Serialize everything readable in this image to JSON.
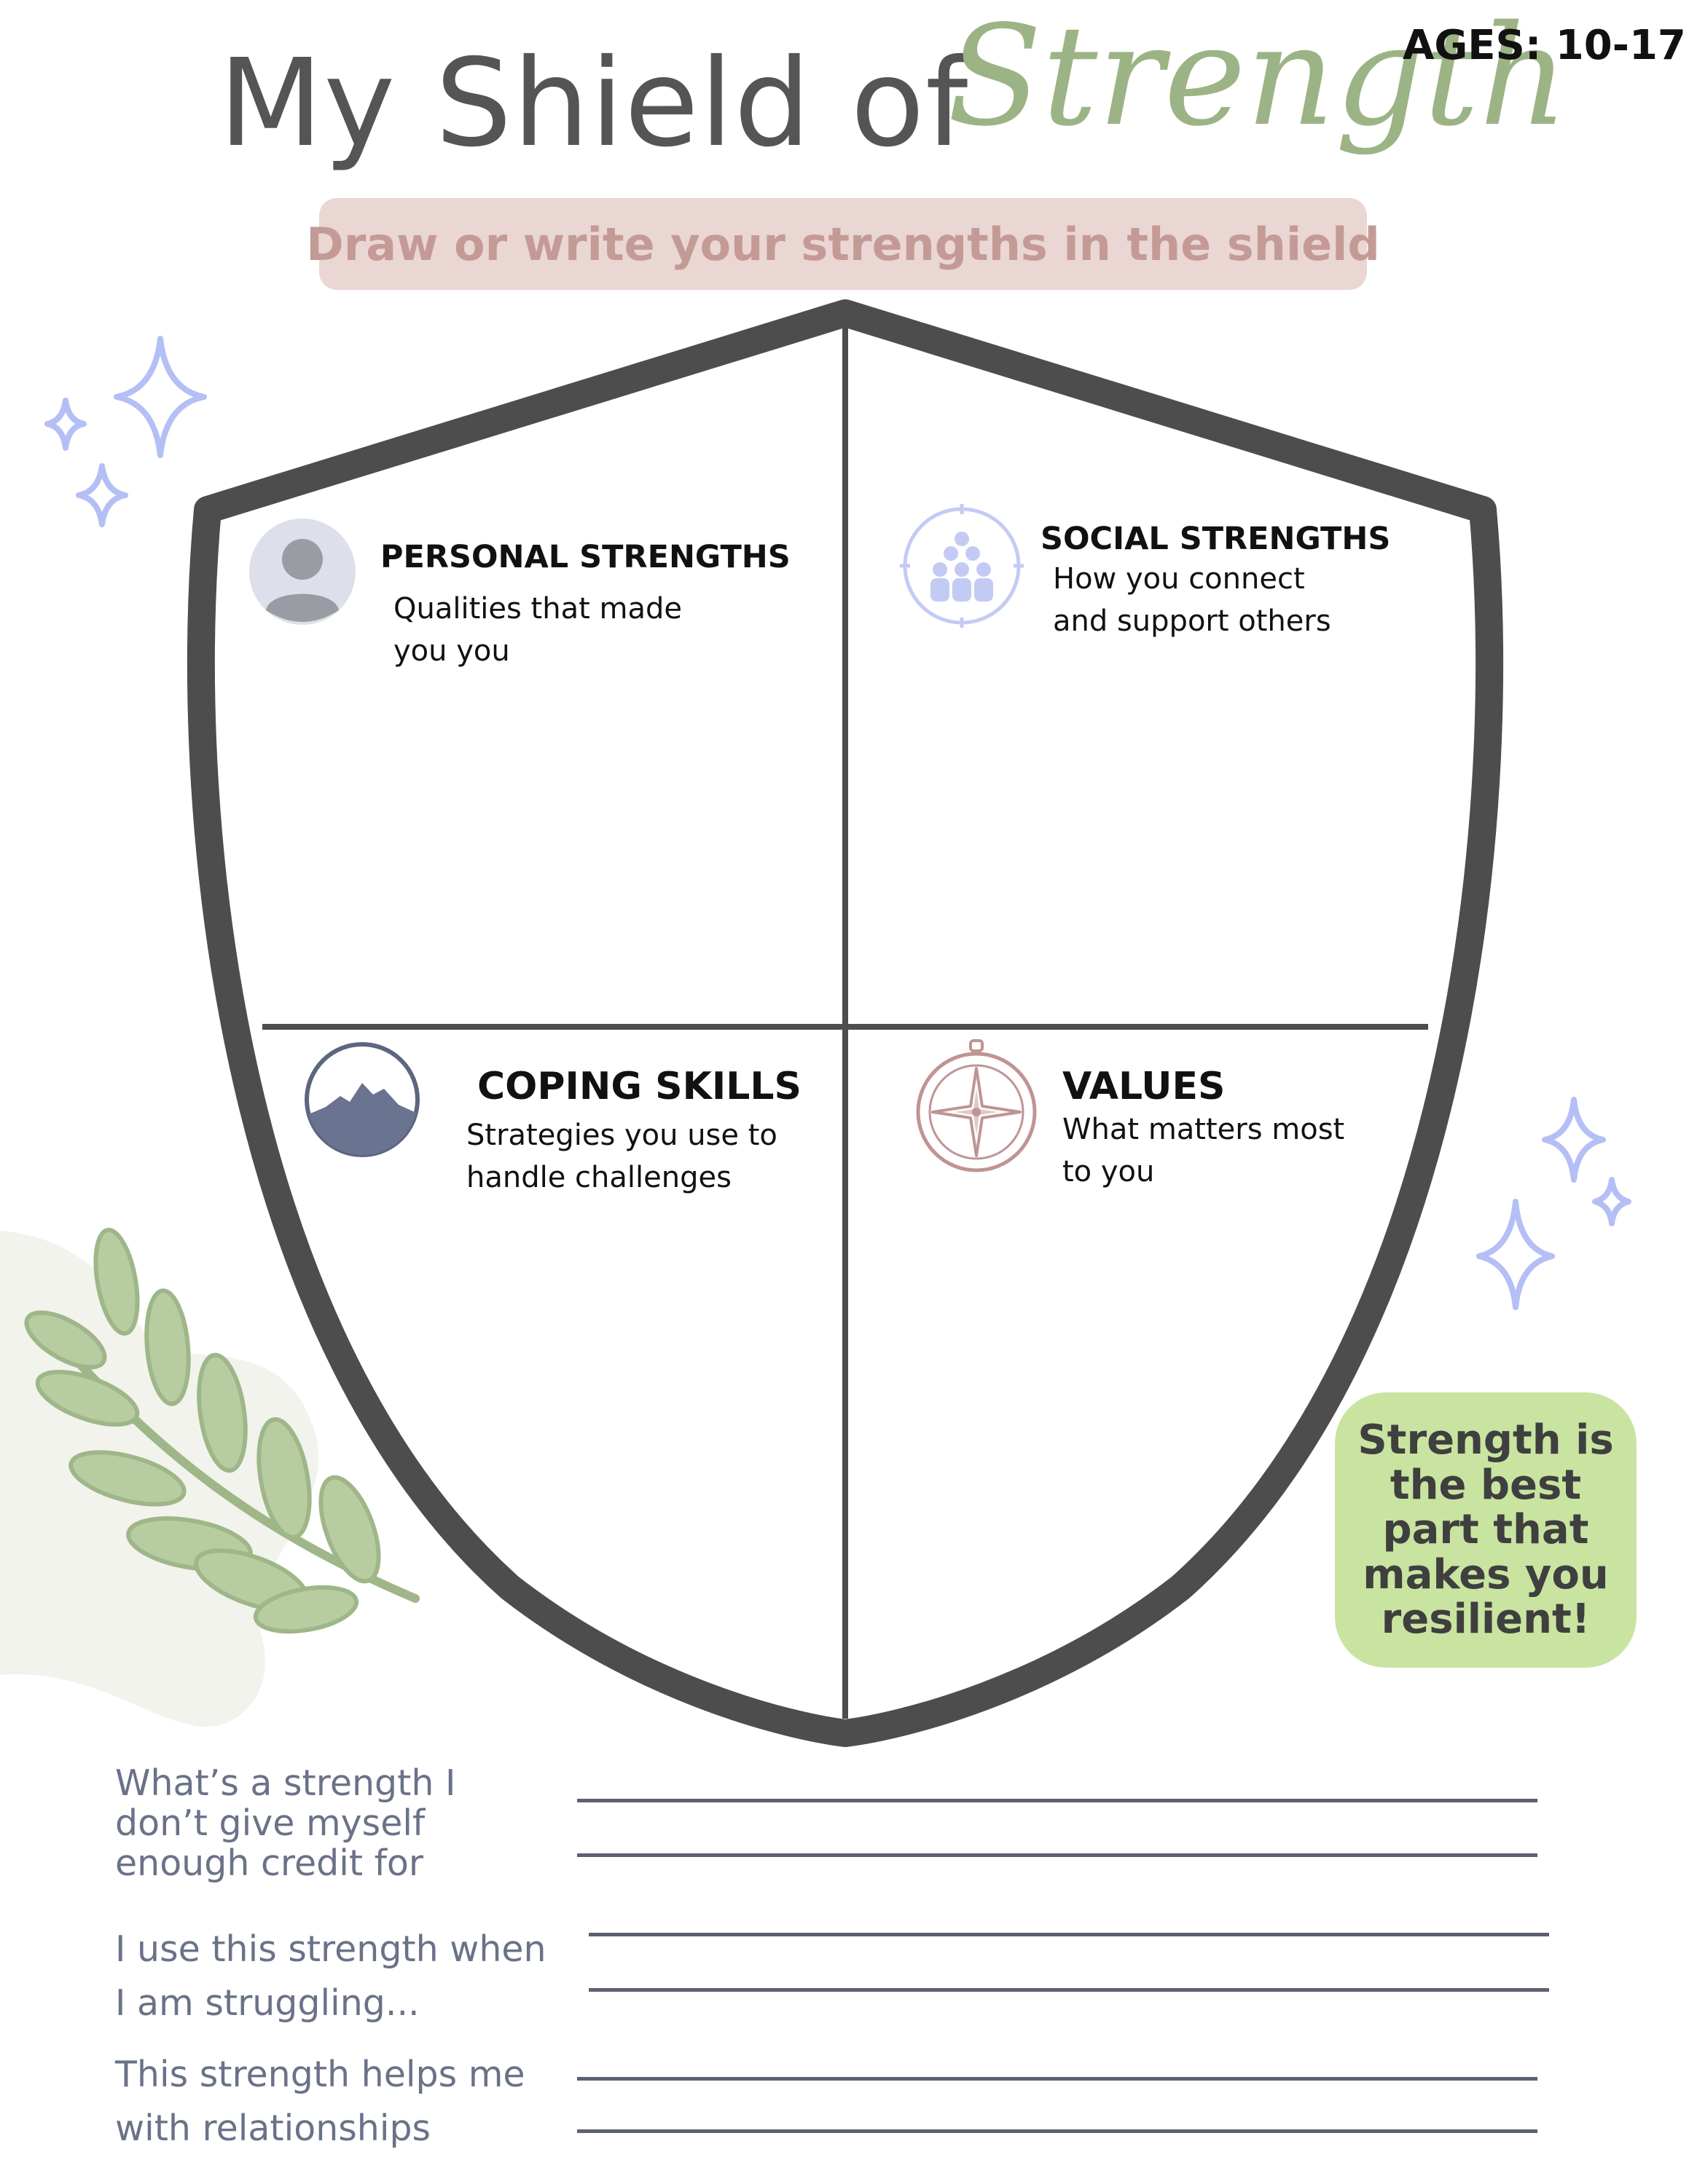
{
  "header": {
    "title_main": "My Shield of",
    "title_script": "Strength",
    "ages": "AGES: 10-17",
    "instructions": "Draw or write your strengths in the shield"
  },
  "quadrants": [
    {
      "title": "PERSONAL STRENGTHS",
      "subtitle_line1": "Qualities that made",
      "subtitle_line2": "you you",
      "icon": "person-avatar-icon"
    },
    {
      "title": "SOCIAL STRENGTHS",
      "subtitle_line1": "How you connect",
      "subtitle_line2": "and support others",
      "icon": "group-people-icon"
    },
    {
      "title": "COPING SKILLS",
      "subtitle_line1": "Strategies you use to",
      "subtitle_line2": "handle challenges",
      "icon": "mountain-icon"
    },
    {
      "title": "VALUES",
      "subtitle_line1": "What matters most",
      "subtitle_line2": "to you",
      "icon": "compass-icon"
    }
  ],
  "quote": {
    "line1": "Strength is",
    "line2": "the best",
    "line3": "part that",
    "line4": "makes you",
    "line5": "resilient!"
  },
  "prompts": [
    {
      "line1": "What’s a strength I",
      "line2": "don’t give myself",
      "line3": "enough credit for"
    },
    {
      "line1": "I use this strength when",
      "line2": "I am struggling..."
    },
    {
      "line1": "This strength helps me",
      "line2": "with relationships"
    }
  ],
  "colors": {
    "shield_border": "#4d4d4d",
    "title_grey": "#555555",
    "script_green": "#9cb485",
    "instruction_bg": "#ead6d2",
    "instruction_text": "#c49a97",
    "quote_bg": "#c9e4a1",
    "sparkle": "#b3bff5",
    "prompt_text": "#6a7288"
  }
}
